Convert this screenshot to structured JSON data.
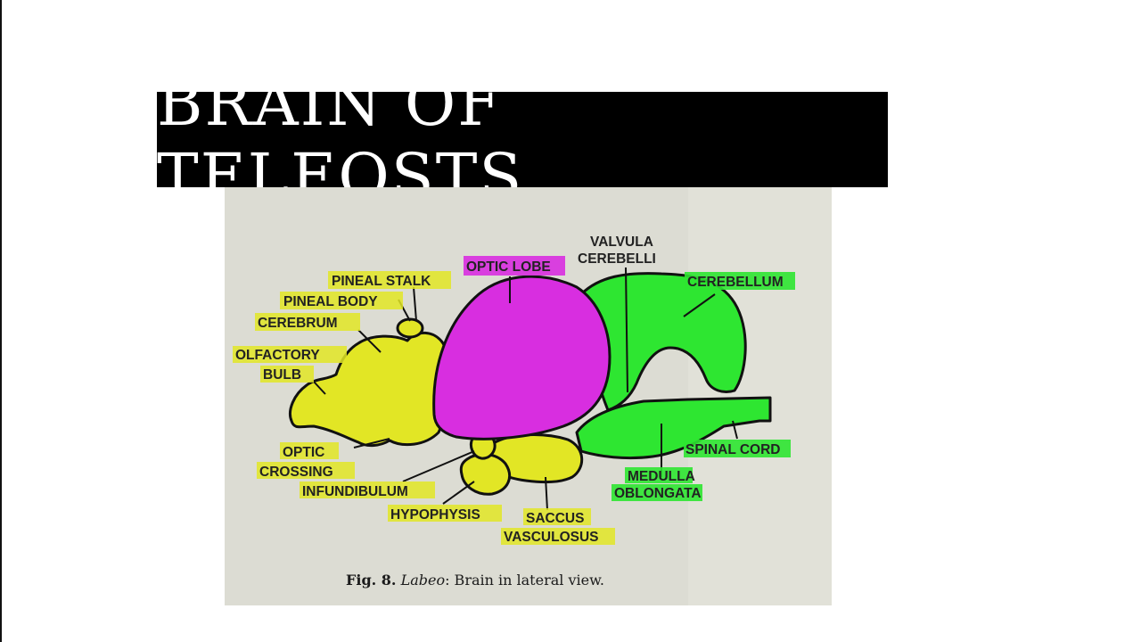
{
  "title": "BRAIN OF TELEOSTS",
  "colors": {
    "yellow": "#e2e625",
    "magenta": "#d82ee0",
    "green": "#2ee631",
    "paper": "#dcdcd3"
  },
  "labels": {
    "pineal_stalk": "PINEAL STALK",
    "pineal_body": "PINEAL BODY",
    "cerebrum": "CEREBRUM",
    "olfactory_1": "OLFACTORY",
    "olfactory_2": "BULB",
    "optic_lobe": "OPTIC LOBE",
    "valvula_1": "VALVULA",
    "valvula_2": "CEREBELLI",
    "cerebellum": "CEREBELLUM",
    "spinal_cord": "SPINAL CORD",
    "medulla_1": "MEDULLA",
    "medulla_2": "OBLONGATA",
    "optic_crossing_1": "OPTIC",
    "optic_crossing_2": "CROSSING",
    "infundibulum": "INFUNDIBULUM",
    "hypophysis": "HYPOPHYSIS",
    "saccus_1": "SACCUS",
    "saccus_2": "VASCULOSUS"
  },
  "caption": {
    "fig": "Fig. 8.",
    "genus": "Labeo",
    "text": ": Brain in lateral view."
  }
}
